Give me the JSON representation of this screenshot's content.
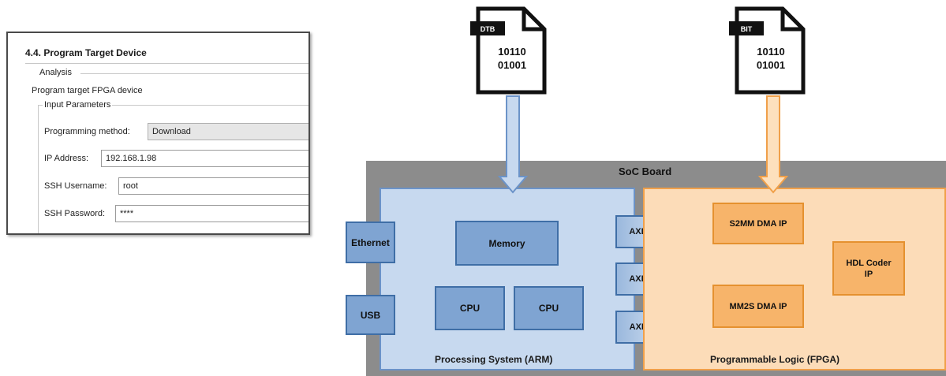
{
  "dialog": {
    "title": "4.4. Program Target Device",
    "analysis_label": "Analysis",
    "description": "Program target FPGA device",
    "input_parameters_label": "Input Parameters",
    "fields": {
      "programming_method": {
        "label": "Programming method:",
        "value": "Download"
      },
      "ip_address": {
        "label": "IP Address:",
        "value": "192.168.1.98"
      },
      "ssh_username": {
        "label": "SSH Username:",
        "value": "root"
      },
      "ssh_password": {
        "label": "SSH Password:",
        "value": "****"
      }
    }
  },
  "diagram": {
    "files": [
      {
        "tag": "DTB",
        "bits_line1": "10110",
        "bits_line2": "01001"
      },
      {
        "tag": "BIT",
        "bits_line1": "10110",
        "bits_line2": "01001"
      }
    ],
    "soc_board_label": "SoC Board",
    "processing_system": {
      "label": "Processing System (ARM)",
      "memory": "Memory",
      "cpu_1": "CPU",
      "cpu_2": "CPU"
    },
    "external": {
      "ethernet": "Ethernet",
      "usb": "USB"
    },
    "axi_ports": [
      "AXI GP",
      "AXI GP",
      "AXI HP"
    ],
    "programmable_logic": {
      "label": "Programmable Logic (FPGA)",
      "s2mm": "S2MM DMA IP",
      "mm2s": "MM2S DMA IP",
      "hdl_coder_line1": "HDL Coder",
      "hdl_coder_line2": "IP"
    },
    "colors": {
      "ps_fill": "#c7d9ef",
      "ps_border": "#6b93c8",
      "pl_fill": "#fcdcb8",
      "pl_border": "#f0a04a",
      "soc_fill": "#8c8c8c",
      "blue_arrow": "#c7d9ef",
      "orange_arrow": "#fde0bd"
    }
  }
}
